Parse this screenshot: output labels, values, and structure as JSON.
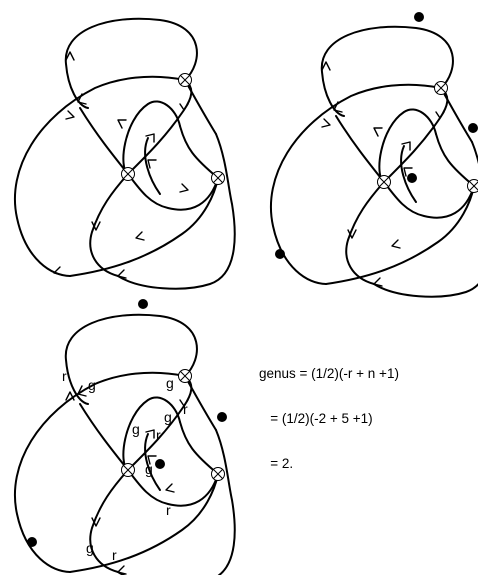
{
  "formula": {
    "line1": "genus = (1/2)(-r + n +1)",
    "line2": "   = (1/2)(-2 + 5 +1)",
    "line3": "   = 2."
  },
  "panel3_labels": {
    "r1": "r",
    "g1": "g",
    "g2": "g",
    "g3": "g",
    "r2": "r",
    "g4": "g",
    "r3": "r",
    "g5": "g",
    "r4": "r",
    "g6": "g",
    "r5": "r"
  }
}
